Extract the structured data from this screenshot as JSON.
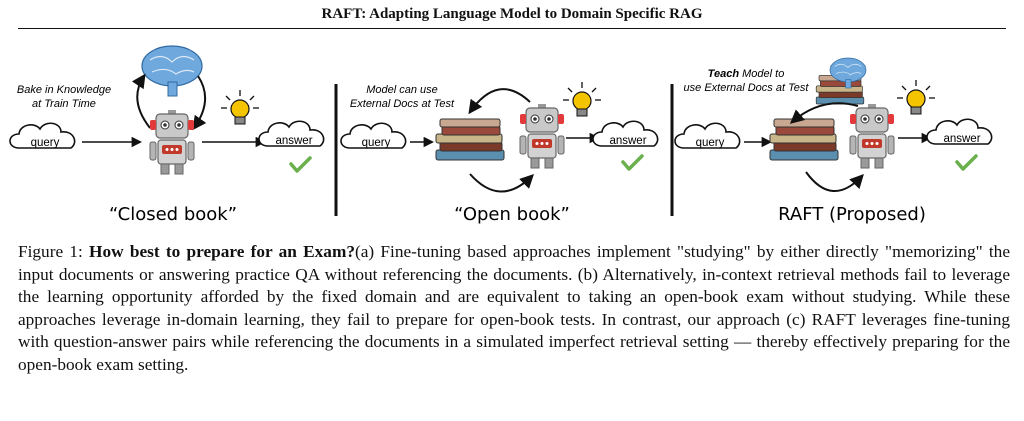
{
  "header": {
    "title": "RAFT: Adapting Language Model to Domain Specific RAG"
  },
  "figure": {
    "panels": [
      {
        "title": "“Closed book”",
        "annotation_line1": "Bake in Knowledge",
        "annotation_line2": "at Train Time",
        "query_label": "query",
        "answer_label": "answer"
      },
      {
        "title": "“Open book”",
        "annotation_line1": "Model can use",
        "annotation_line2": "External Docs at Test",
        "query_label": "query",
        "answer_label": "answer"
      },
      {
        "title": "RAFT (Proposed)",
        "annotation_bold": "Teach",
        "annotation_line1_rest": " Model to",
        "annotation_line2": "use External Docs at Test",
        "query_label": "query",
        "answer_label": "answer"
      }
    ],
    "colors": {
      "check": "#6ab04c",
      "bulb": "#f5c400",
      "brain": "#4a8fd0",
      "robot_eye": "#e23a3a"
    }
  },
  "caption": {
    "label": "Figure 1: ",
    "bold": "How best to prepare for an Exam?",
    "text": "(a) Fine-tuning based approaches implement \"studying\" by either directly \"memorizing\" the input documents or answering practice QA without referencing the documents. (b) Alternatively, in-context retrieval methods fail to leverage the learning opportunity afforded by the fixed domain and are equivalent to taking an open-book exam without studying. While these approaches leverage in-domain learning, they fail to prepare for open-book tests. In contrast, our approach (c) RAFT leverages fine-tuning with question-answer pairs while referencing the documents in a simulated imperfect retrieval setting — thereby effectively preparing for the open-book exam setting."
  }
}
